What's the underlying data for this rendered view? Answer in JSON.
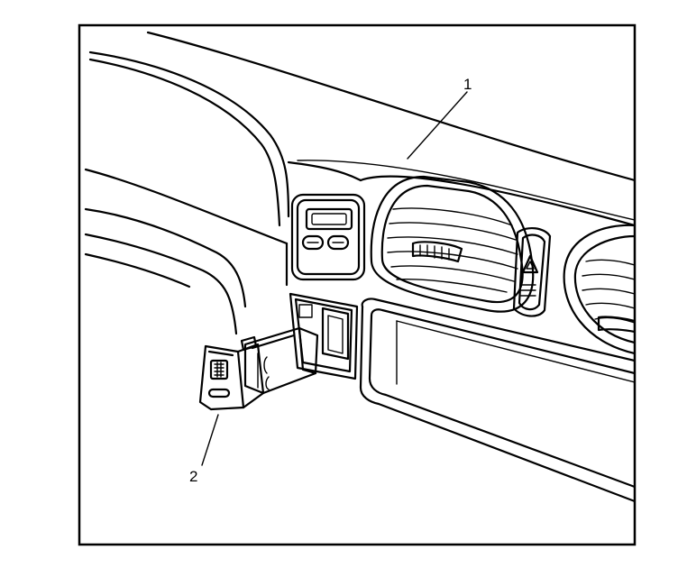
{
  "callouts": [
    {
      "label": "1",
      "part": "instrument-panel"
    },
    {
      "label": "2",
      "part": "switch-assembly"
    }
  ]
}
